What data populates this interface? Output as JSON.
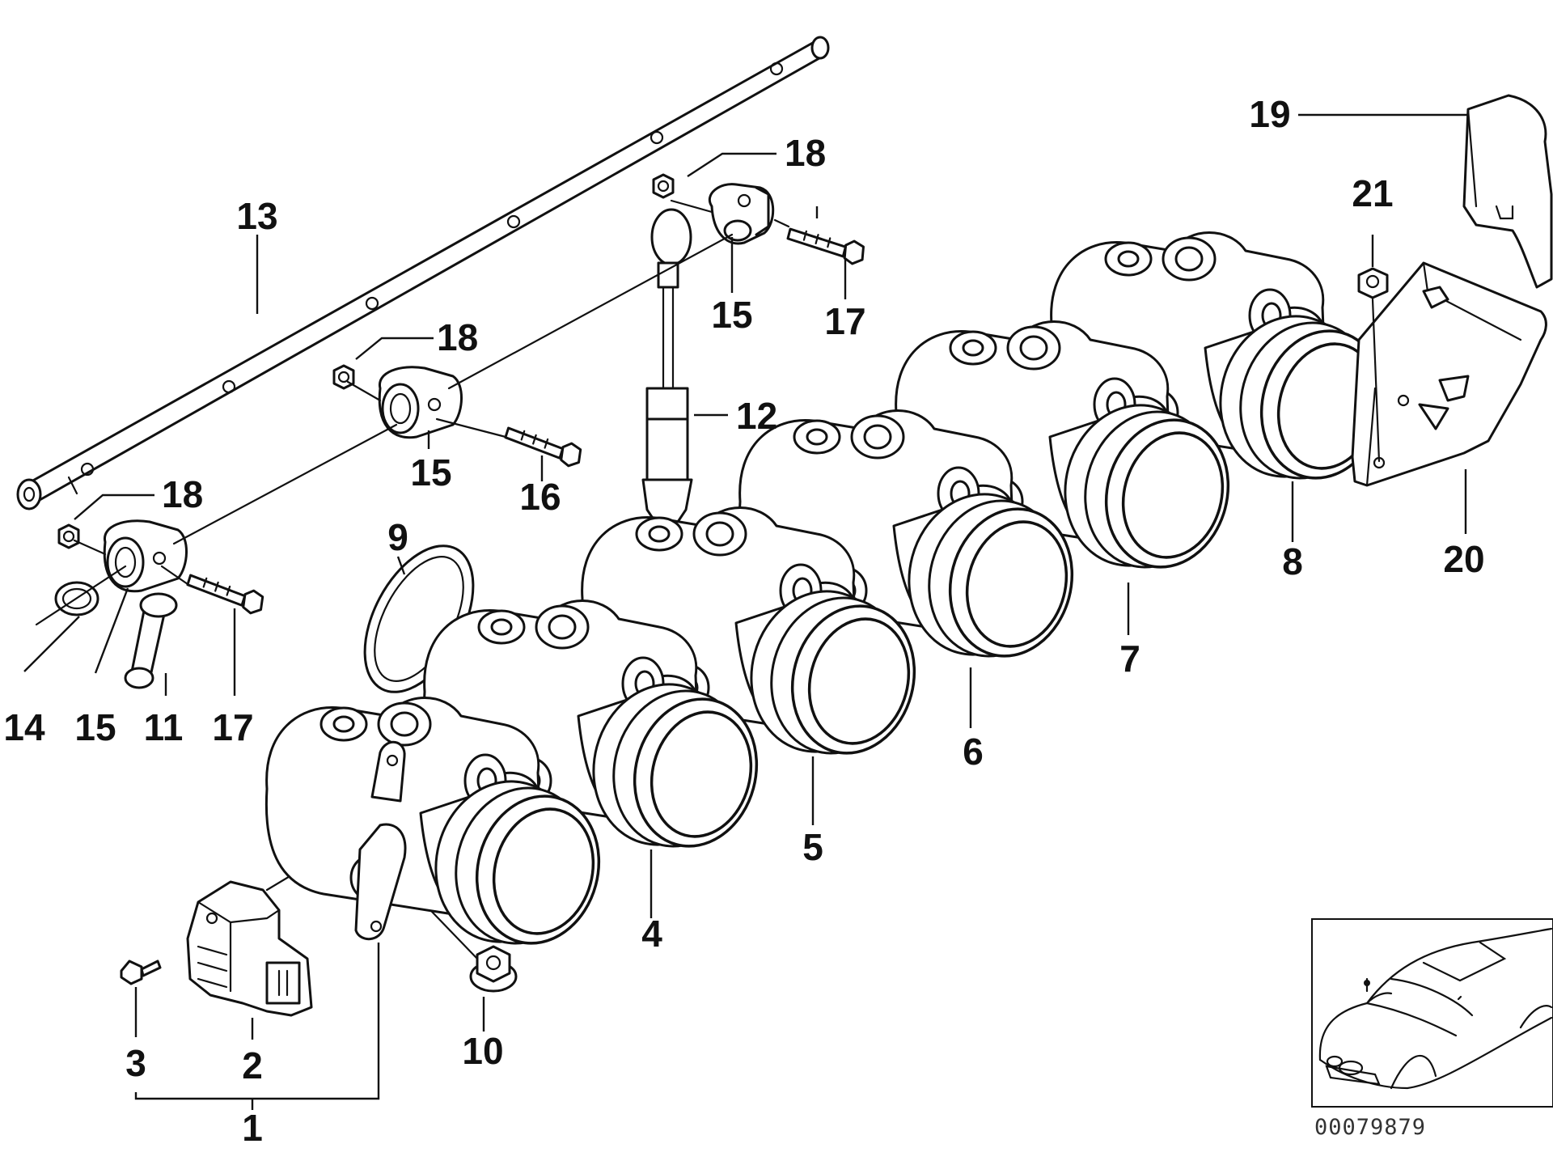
{
  "diagram": {
    "reference_number": "00079879",
    "callouts": [
      {
        "id": "c1",
        "label": "1"
      },
      {
        "id": "c2",
        "label": "2"
      },
      {
        "id": "c3",
        "label": "3"
      },
      {
        "id": "c4",
        "label": "4"
      },
      {
        "id": "c5",
        "label": "5"
      },
      {
        "id": "c6",
        "label": "6"
      },
      {
        "id": "c7",
        "label": "7"
      },
      {
        "id": "c8",
        "label": "8"
      },
      {
        "id": "c9",
        "label": "9"
      },
      {
        "id": "c10",
        "label": "10"
      },
      {
        "id": "c11",
        "label": "11"
      },
      {
        "id": "c12",
        "label": "12"
      },
      {
        "id": "c13",
        "label": "13"
      },
      {
        "id": "c14",
        "label": "14"
      },
      {
        "id": "c15a",
        "label": "15"
      },
      {
        "id": "c15b",
        "label": "15"
      },
      {
        "id": "c15c",
        "label": "15"
      },
      {
        "id": "c16",
        "label": "16"
      },
      {
        "id": "c17a",
        "label": "17"
      },
      {
        "id": "c17b",
        "label": "17"
      },
      {
        "id": "c18a",
        "label": "18"
      },
      {
        "id": "c18b",
        "label": "18"
      },
      {
        "id": "c18c",
        "label": "18"
      },
      {
        "id": "c19",
        "label": "19"
      },
      {
        "id": "c20",
        "label": "20"
      },
      {
        "id": "c21",
        "label": "21"
      }
    ]
  }
}
